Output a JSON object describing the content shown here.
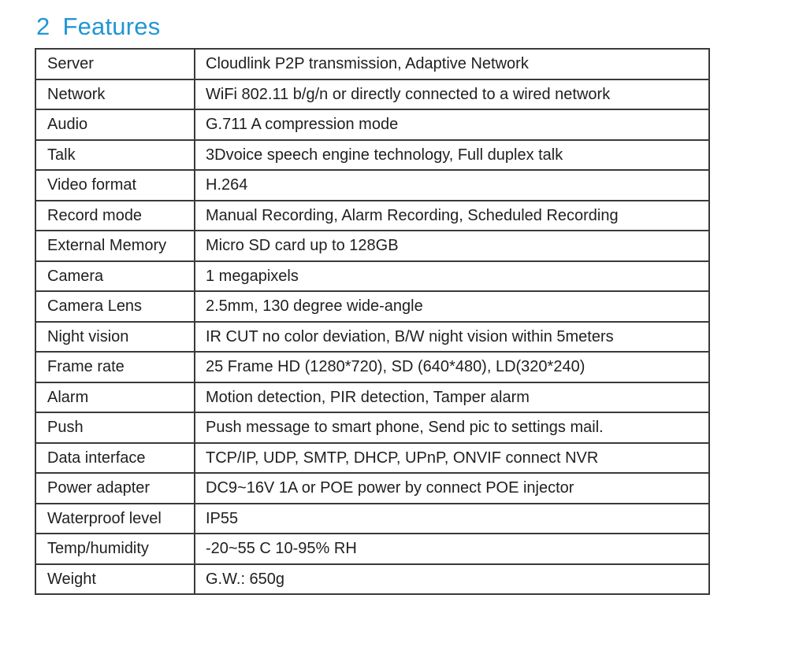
{
  "section": {
    "number": "2",
    "title": "Features"
  },
  "rows": [
    {
      "label": "Server",
      "value": "Cloudlink P2P transmission, Adaptive Network"
    },
    {
      "label": "Network",
      "value": "WiFi 802.11 b/g/n or directly connected to a wired network"
    },
    {
      "label": "Audio",
      "value": "G.711 A compression mode"
    },
    {
      "label": "Talk",
      "value": "3Dvoice speech engine technology, Full duplex talk"
    },
    {
      "label": "Video format",
      "value": " H.264"
    },
    {
      "label": "Record mode",
      "value": "Manual Recording, Alarm Recording, Scheduled Recording"
    },
    {
      "label": "External Memory",
      "value": "Micro SD card up to 128GB"
    },
    {
      "label": "Camera",
      "value": "1 megapixels"
    },
    {
      "label": "Camera Lens",
      "value": "2.5mm, 130 degree wide-angle"
    },
    {
      "label": "Night vision",
      "value": "IR CUT no color deviation,  B/W night vision within 5meters"
    },
    {
      "label": "Frame rate",
      "value": "25 Frame HD (1280*720), SD (640*480), LD(320*240)"
    },
    {
      "label": "Alarm",
      "value": "Motion detection, PIR detection, Tamper alarm"
    },
    {
      "label": "Push",
      "value": "Push message to smart phone, Send pic to settings mail."
    },
    {
      "label": "Data interface",
      "value": "TCP/IP, UDP, SMTP, DHCP, UPnP, ONVIF connect NVR"
    },
    {
      "label": "Power adapter",
      "value": "DC9~16V 1A  or  POE power by connect POE injector"
    },
    {
      "label": "Waterproof  level",
      "value": "IP55"
    },
    {
      "label": "Temp/humidity",
      "value": "-20~55  C  10-95% RH"
    },
    {
      "label": "Weight",
      "value": "G.W.: 650g"
    }
  ],
  "colors": {
    "heading": "#2196d6",
    "text": "#1f1f1f",
    "border": "#3a3a3a"
  }
}
